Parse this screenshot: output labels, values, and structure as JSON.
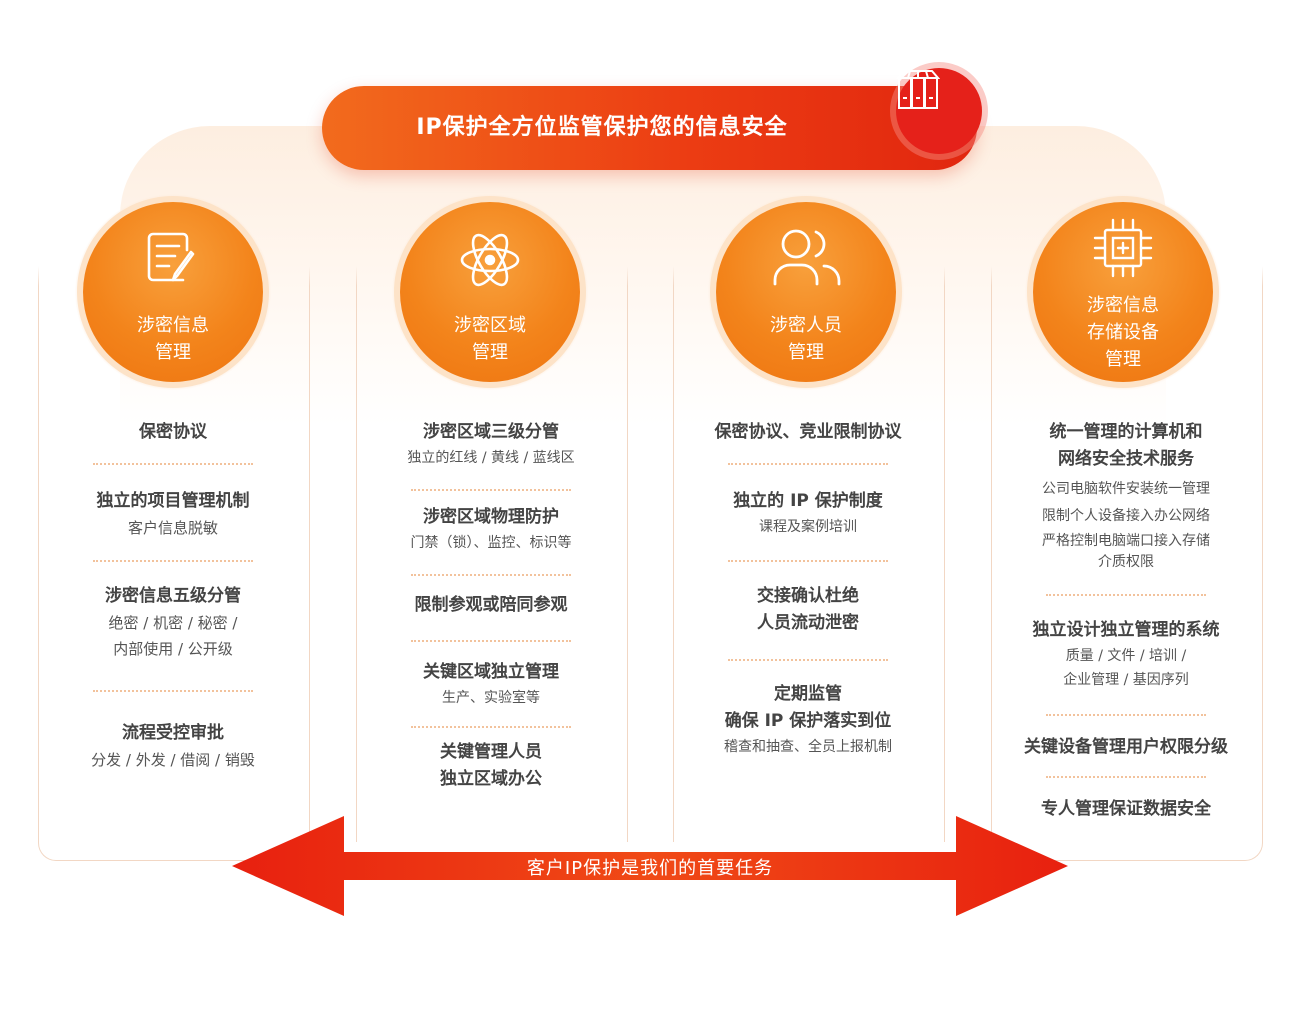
{
  "banner": {
    "title": "IP保护全方位监管保护您的信息安全",
    "icon": "storage-cabinet-icon"
  },
  "colors": {
    "primary_orange": "#f3841b",
    "banner_red": "#e5211a",
    "card_border": "#f2d7c4"
  },
  "columns": [
    {
      "icon": "document-edit-icon",
      "title_lines": [
        "涉密信息",
        "管理"
      ],
      "items": [
        {
          "heading": [
            "保密协议"
          ],
          "sub": []
        },
        {
          "heading": [
            "独立的项目管理机制"
          ],
          "sub": [
            "客户信息脱敏"
          ]
        },
        {
          "heading": [
            "涉密信息五级分管"
          ],
          "sub": [
            "绝密 / 机密 / 秘密 /",
            "内部使用 / 公开级"
          ]
        },
        {
          "heading": [
            "流程受控审批"
          ],
          "sub": [
            "分发 / 外发 / 借阅 / 销毁"
          ]
        }
      ]
    },
    {
      "icon": "atom-icon",
      "title_lines": [
        "涉密区域",
        "管理"
      ],
      "items": [
        {
          "heading": [
            "涉密区域三级分管"
          ],
          "sub": [
            "独立的红线 / 黄线 / 蓝线区"
          ]
        },
        {
          "heading": [
            "涉密区域物理防护"
          ],
          "sub": [
            "门禁（锁）、监控、标识等"
          ]
        },
        {
          "heading": [
            "限制参观或陪同参观"
          ],
          "sub": []
        },
        {
          "heading": [
            "关键区域独立管理"
          ],
          "sub": [
            "生产、实验室等"
          ]
        },
        {
          "heading": [
            "关键管理人员",
            "独立区域办公"
          ],
          "sub": []
        }
      ]
    },
    {
      "icon": "users-icon",
      "title_lines": [
        "涉密人员",
        "管理"
      ],
      "items": [
        {
          "heading": [
            "保密协议、竞业限制协议"
          ],
          "sub": []
        },
        {
          "heading": [
            "独立的 IP 保护制度"
          ],
          "sub": [
            "课程及案例培训"
          ]
        },
        {
          "heading": [
            "交接确认杜绝",
            "人员流动泄密"
          ],
          "sub": []
        },
        {
          "heading": [
            "定期监管",
            "确保 IP 保护落实到位"
          ],
          "sub": [
            "稽查和抽查、全员上报机制"
          ]
        }
      ]
    },
    {
      "icon": "chip-icon",
      "title_lines": [
        "涉密信息",
        "存储设备",
        "管理"
      ],
      "items": [
        {
          "heading": [
            "统一管理的计算机和",
            "网络安全技术服务"
          ],
          "sub": [
            "公司电脑软件安装统一管理",
            "限制个人设备接入办公网络",
            "严格控制电脑端口接入存储",
            "介质权限"
          ]
        },
        {
          "heading": [
            "独立设计独立管理的系统"
          ],
          "sub": [
            "质量 / 文件 / 培训 /",
            "企业管理 / 基因序列"
          ]
        },
        {
          "heading": [
            "关键设备管理用户权限分级"
          ],
          "sub": []
        },
        {
          "heading": [
            "专人管理保证数据安全"
          ],
          "sub": []
        }
      ]
    }
  ],
  "arrow": {
    "label": "客户IP保护是我们的首要任务"
  }
}
